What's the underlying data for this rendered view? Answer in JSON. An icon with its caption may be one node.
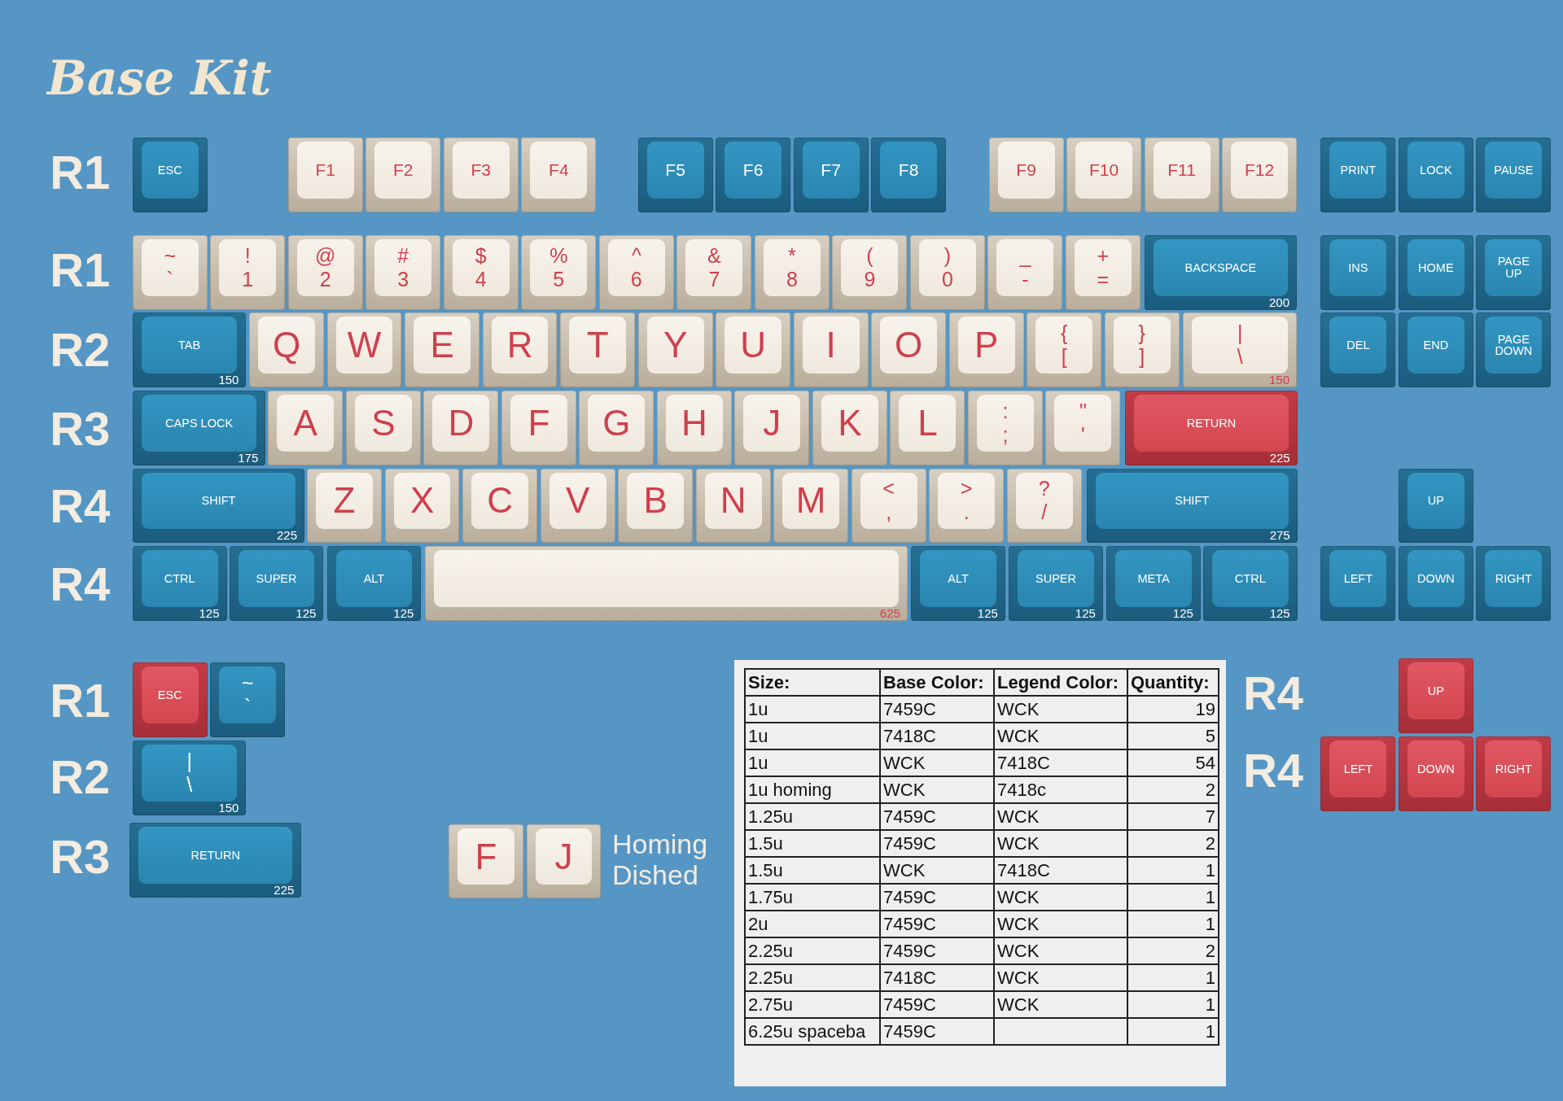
{
  "diagram": {
    "title": "Base Kit",
    "nodes": [
      {
        "text": [
          "ESC"
        ]
      },
      {
        "text": [
          "F1"
        ]
      },
      {
        "text": [
          "F2"
        ]
      },
      {
        "text": [
          "F3"
        ]
      },
      {
        "text": [
          "F4"
        ]
      },
      {
        "text": [
          "F5"
        ]
      },
      {
        "text": [
          "F6"
        ]
      },
      {
        "text": [
          "F7"
        ]
      },
      {
        "text": [
          "F8"
        ]
      },
      {
        "text": [
          "F9"
        ]
      },
      {
        "text": [
          "F10"
        ]
      },
      {
        "text": [
          "F11"
        ]
      },
      {
        "text": [
          "F12"
        ]
      },
      {
        "text": [
          "PRINT"
        ]
      },
      {
        "text": [
          "LOCK"
        ]
      },
      {
        "text": [
          "PAUSE"
        ]
      },
      {
        "text": [
          "~",
          "`"
        ]
      },
      {
        "text": [
          "!",
          "1"
        ]
      },
      {
        "text": [
          "@",
          "2"
        ]
      },
      {
        "text": [
          "#",
          "3"
        ]
      },
      {
        "text": [
          "$",
          "4"
        ]
      },
      {
        "text": [
          "%",
          "5"
        ]
      },
      {
        "text": [
          "^",
          "6"
        ]
      },
      {
        "text": [
          "&",
          "7"
        ]
      },
      {
        "text": [
          "*",
          "8"
        ]
      },
      {
        "text": [
          "(",
          "9"
        ]
      },
      {
        "text": [
          ")",
          "0"
        ]
      },
      {
        "text": [
          "_",
          "-"
        ]
      },
      {
        "text": [
          "+",
          "="
        ]
      },
      {
        "text": [
          "BACKSPACE",
          "200"
        ]
      },
      {
        "text": [
          "INS"
        ]
      },
      {
        "text": [
          "HOME"
        ]
      },
      {
        "text": [
          "PAGE UP"
        ]
      },
      {
        "text": [
          "TAB",
          "150"
        ]
      },
      {
        "text": [
          "Q"
        ]
      },
      {
        "text": [
          "W"
        ]
      },
      {
        "text": [
          "E"
        ]
      },
      {
        "text": [
          "R"
        ]
      },
      {
        "text": [
          "T"
        ]
      },
      {
        "text": [
          "Y"
        ]
      },
      {
        "text": [
          "U"
        ]
      },
      {
        "text": [
          "I"
        ]
      },
      {
        "text": [
          "O"
        ]
      },
      {
        "text": [
          "P"
        ]
      },
      {
        "text": [
          "{",
          "["
        ]
      },
      {
        "text": [
          "}",
          "]"
        ]
      },
      {
        "text": [
          "|",
          "\\",
          "150"
        ]
      },
      {
        "text": [
          "DEL"
        ]
      },
      {
        "text": [
          "END"
        ]
      },
      {
        "text": [
          "PAGE DOWN"
        ]
      },
      {
        "text": [
          "CAPS LOCK",
          "175"
        ]
      },
      {
        "text": [
          "A"
        ]
      },
      {
        "text": [
          "S"
        ]
      },
      {
        "text": [
          "D"
        ]
      },
      {
        "text": [
          "F"
        ]
      },
      {
        "text": [
          "G"
        ]
      },
      {
        "text": [
          "H"
        ]
      },
      {
        "text": [
          "J"
        ]
      },
      {
        "text": [
          "K"
        ]
      },
      {
        "text": [
          "L"
        ]
      },
      {
        "text": [
          ":",
          ";"
        ]
      },
      {
        "text": [
          "\"",
          "'"
        ]
      },
      {
        "text": [
          "RETURN",
          "225"
        ]
      },
      {
        "text": [
          "SHIFT",
          "225"
        ]
      },
      {
        "text": [
          "Z"
        ]
      },
      {
        "text": [
          "X"
        ]
      },
      {
        "text": [
          "C"
        ]
      },
      {
        "text": [
          "V"
        ]
      },
      {
        "text": [
          "B"
        ]
      },
      {
        "text": [
          "N"
        ]
      },
      {
        "text": [
          "M"
        ]
      },
      {
        "text": [
          "<",
          ","
        ]
      },
      {
        "text": [
          ">",
          "."
        ]
      },
      {
        "text": [
          "?",
          "/"
        ]
      },
      {
        "text": [
          "SHIFT",
          "275"
        ]
      },
      {
        "text": [
          "UP"
        ]
      },
      {
        "text": [
          "CTRL",
          "125"
        ]
      },
      {
        "text": [
          "SUPER",
          "125"
        ]
      },
      {
        "text": [
          "ALT",
          "125"
        ]
      },
      {
        "text": [
          "625"
        ]
      },
      {
        "text": [
          "ALT",
          "125"
        ]
      },
      {
        "text": [
          "SUPER",
          "125"
        ]
      },
      {
        "text": [
          "META",
          "125"
        ]
      },
      {
        "text": [
          "CTRL",
          "125"
        ]
      },
      {
        "text": [
          "LEFT"
        ]
      },
      {
        "text": [
          "DOWN"
        ]
      },
      {
        "text": [
          "RIGHT"
        ]
      },
      {
        "text": [
          "ESC"
        ]
      },
      {
        "text": [
          "~",
          "`"
        ]
      },
      {
        "text": [
          "|",
          "\\",
          "150"
        ]
      },
      {
        "text": [
          "RETURN",
          "225"
        ]
      },
      {
        "text": [
          "F"
        ]
      },
      {
        "text": [
          "J"
        ]
      },
      {
        "text": [
          "UP"
        ]
      },
      {
        "text": [
          "LEFT"
        ]
      },
      {
        "text": [
          "DOWN"
        ]
      },
      {
        "text": [
          "RIGHT"
        ]
      }
    ],
    "labels": [
      "R1",
      "R1",
      "R2",
      "R3",
      "R4",
      "R4",
      "R1",
      "R2",
      "R3",
      "Homing Dished",
      "Size:",
      "Base Color:",
      "Legend Color:",
      "Quantity:",
      "1u",
      "7459C",
      "WCK",
      "19",
      "1u",
      "7418C",
      "WCK",
      "5",
      "1u",
      "WCK",
      "7418C",
      "54",
      "1u homing",
      "WCK",
      "7418c",
      "2",
      "1.25u",
      "7459C",
      "WCK",
      "7",
      "1.5u",
      "7459C",
      "WCK",
      "2",
      "1.5u",
      "WCK",
      "7418C",
      "1",
      "1.75u",
      "7459C",
      "WCK",
      "1",
      "2u",
      "7459C",
      "WCK",
      "1",
      "2.25u",
      "7459C",
      "WCK",
      "2",
      "2.25u",
      "7418C",
      "WCK",
      "1",
      "2.75u",
      "7459C",
      "WCK",
      "1",
      "6.25u spaceba",
      "7459C",
      "1",
      "R4",
      "R4"
    ]
  }
}
